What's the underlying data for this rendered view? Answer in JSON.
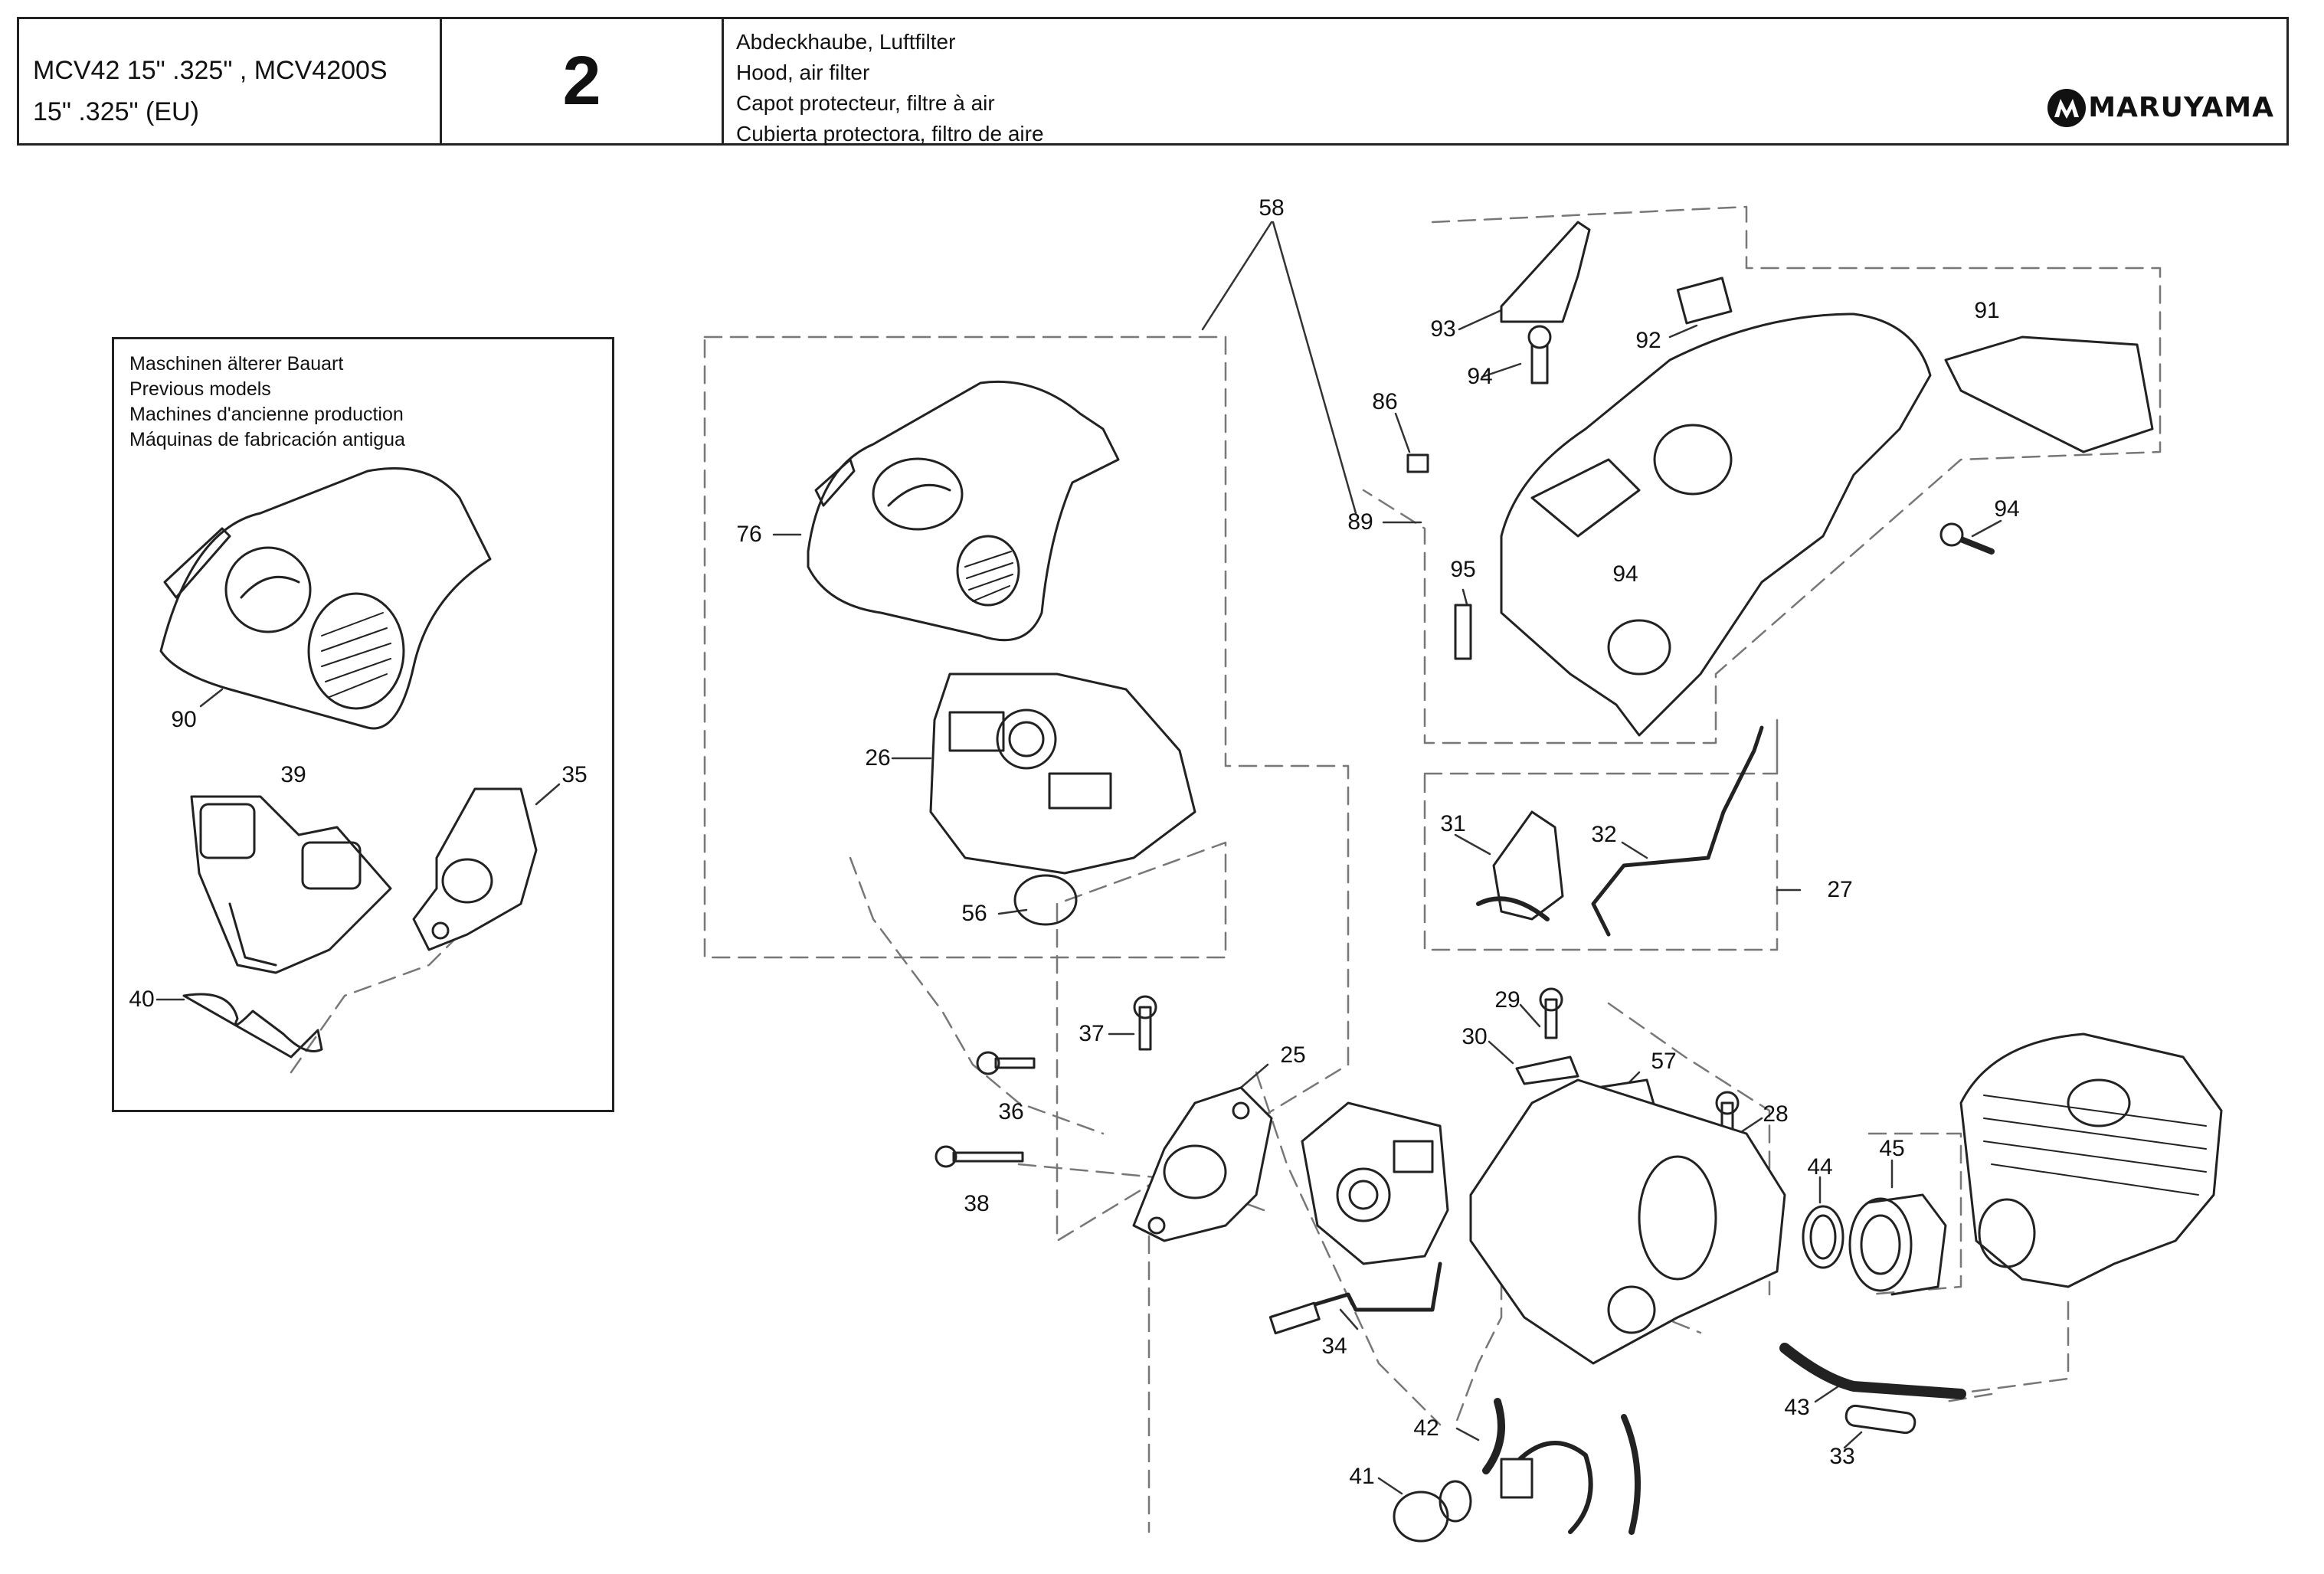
{
  "header": {
    "model_line1": "MCV42 15\" .325\" , MCV4200S",
    "model_line2": "15\" .325\" (EU)",
    "section_number": "2",
    "descriptions": [
      "Abdeckhaube, Luftfilter",
      "Hood, air filter",
      "Capot protecteur, filtre à air",
      "Cubierta protectora, filtro de aire"
    ],
    "brand": "MARUYAMA"
  },
  "previous_models": {
    "lines": [
      "Maschinen älterer Bauart",
      "Previous models",
      "Machines d'ancienne production",
      "Máquinas de fabricación antigua"
    ]
  },
  "callouts": [
    {
      "key": "c90",
      "label": "90"
    },
    {
      "key": "c39",
      "label": "39"
    },
    {
      "key": "c35",
      "label": "35"
    },
    {
      "key": "c40",
      "label": "40"
    },
    {
      "key": "c58",
      "label": "58"
    },
    {
      "key": "c76",
      "label": "76"
    },
    {
      "key": "c26",
      "label": "26"
    },
    {
      "key": "c56",
      "label": "56"
    },
    {
      "key": "c93",
      "label": "93"
    },
    {
      "key": "c94a",
      "label": "94"
    },
    {
      "key": "c92",
      "label": "92"
    },
    {
      "key": "c91",
      "label": "91"
    },
    {
      "key": "c86",
      "label": "86"
    },
    {
      "key": "c89",
      "label": "89"
    },
    {
      "key": "c95",
      "label": "95"
    },
    {
      "key": "c94b",
      "label": "94"
    },
    {
      "key": "c94c",
      "label": "94"
    },
    {
      "key": "c31",
      "label": "31"
    },
    {
      "key": "c32",
      "label": "32"
    },
    {
      "key": "c27",
      "label": "27"
    },
    {
      "key": "c29",
      "label": "29"
    },
    {
      "key": "c30",
      "label": "30"
    },
    {
      "key": "c57",
      "label": "57"
    },
    {
      "key": "c28",
      "label": "28"
    },
    {
      "key": "c44",
      "label": "44"
    },
    {
      "key": "c45",
      "label": "45"
    },
    {
      "key": "c37",
      "label": "37"
    },
    {
      "key": "c25",
      "label": "25"
    },
    {
      "key": "c36",
      "label": "36"
    },
    {
      "key": "c38",
      "label": "38"
    },
    {
      "key": "c34",
      "label": "34"
    },
    {
      "key": "c42",
      "label": "42"
    },
    {
      "key": "c41",
      "label": "41"
    },
    {
      "key": "c43",
      "label": "43"
    },
    {
      "key": "c33",
      "label": "33"
    }
  ]
}
